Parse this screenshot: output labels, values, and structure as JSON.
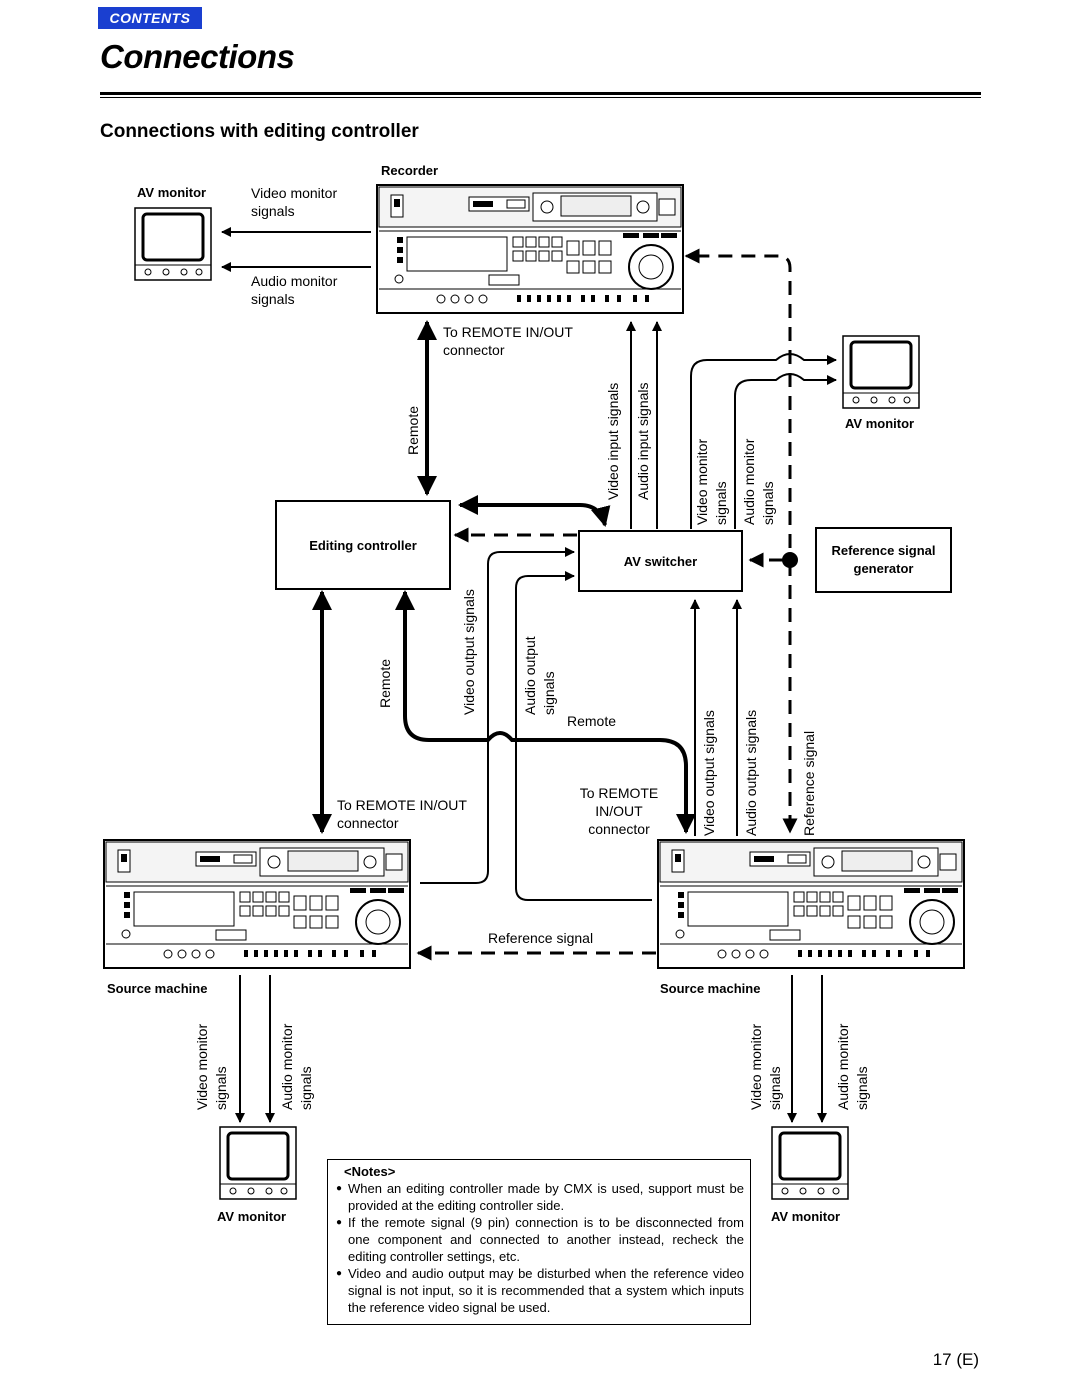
{
  "header": {
    "contents_tab": "CONTENTS",
    "title": "Connections"
  },
  "section": {
    "title": "Connections with editing controller"
  },
  "devices": {
    "recorder": "Recorder",
    "editing_controller": "Editing controller",
    "av_switcher": "AV switcher",
    "reference_generator_line1": "Reference signal",
    "reference_generator_line2": "generator",
    "source_machine_left": "Source machine",
    "source_machine_right": "Source machine",
    "av_monitor_top_left": "AV monitor",
    "av_monitor_right": "AV monitor",
    "av_monitor_bottom_left": "AV monitor",
    "av_monitor_bottom_right": "AV monitor"
  },
  "signals": {
    "video_monitor_signals_l1": "Video monitor",
    "video_monitor_signals_l2": "signals",
    "audio_monitor_signals_l1": "Audio monitor",
    "audio_monitor_signals_l2": "signals",
    "remote_in_out_top_l1": "To REMOTE IN/OUT",
    "remote_in_out_top_l2": "connector",
    "remote_top": "Remote",
    "video_input_signals": "Video input signals",
    "audio_input_signals": "Audio input signals",
    "switcher_video_monitor": "Video monitor",
    "switcher_video_monitor_2": "signals",
    "switcher_audio_monitor": "Audio monitor",
    "switcher_audio_monitor_2": "signals",
    "remote_mid": "Remote",
    "video_output_signals": "Video output signals",
    "audio_output_l1": "Audio output",
    "audio_output_l2": "signals",
    "remote_label_right": "Remote",
    "remote_in_out_left_l1": "To REMOTE IN/OUT",
    "remote_in_out_left_l2": "connector",
    "remote_in_out_right_l1": "To REMOTE",
    "remote_in_out_right_l2": "IN/OUT",
    "remote_in_out_right_l3": "connector",
    "switcher_video_output": "Video output signals",
    "switcher_audio_output": "Audio output signals",
    "reference_signal_vert": "Reference signal",
    "reference_signal_horiz": "Reference signal",
    "bl_video_l1": "Video monitor",
    "bl_video_l2": "signals",
    "bl_audio_l1": "Audio monitor",
    "bl_audio_l2": "signals",
    "br_video_l1": "Video monitor",
    "br_video_l2": "signals",
    "br_audio_l1": "Audio monitor",
    "br_audio_l2": "signals"
  },
  "notes": {
    "heading": "<Notes>",
    "items": [
      "When an editing controller made by CMX is used, support must be provided at the editing controller side.",
      "If the remote signal (9 pin) connection is to be disconnected from one component and connected to another instead, recheck the editing controller settings, etc.",
      "Video and audio output may be disturbed when the reference video signal is not input, so it is recommended that a system which inputs the reference video signal be used."
    ]
  },
  "footer": {
    "page_number": "17 (E)"
  }
}
